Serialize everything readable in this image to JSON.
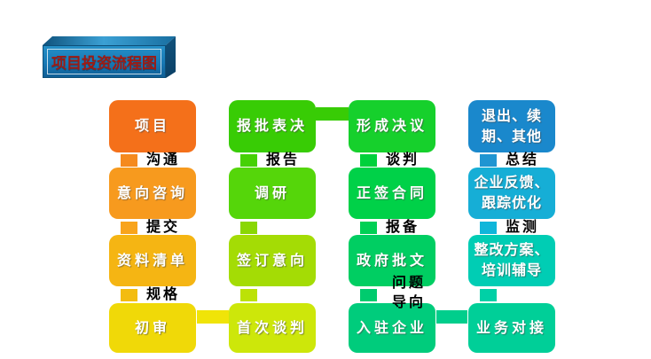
{
  "banner": {
    "title": "项目投资流程图",
    "face_color": "#1778b4",
    "text_color": "#9e1a12"
  },
  "flow": {
    "columns": [
      {
        "boxes": [
          {
            "label": "项目",
            "color": "#F4701A"
          },
          {
            "label": "意向咨询",
            "color": "#F79A1E"
          },
          {
            "label": "资料清单",
            "color": "#F5B513"
          },
          {
            "label": "初审",
            "color": "#F0D908"
          }
        ],
        "links": [
          {
            "label": "沟通",
            "color": "#F58A1E"
          },
          {
            "label": "提交",
            "color": "#F8A41C"
          },
          {
            "label": "规格",
            "color": "#F3BC10"
          }
        ]
      },
      {
        "boxes": [
          {
            "label": "报批表决",
            "color": "#38CC05"
          },
          {
            "label": "调研",
            "color": "#55D60A"
          },
          {
            "label": "签订意向",
            "color": "#A4DC05"
          },
          {
            "label": "首次谈判",
            "color": "#CDE70A"
          }
        ],
        "links": [
          {
            "label": "报告",
            "color": "#46D105"
          },
          {
            "label": "",
            "color": "#8AD703"
          },
          {
            "label": "",
            "color": "#BCE206"
          }
        ]
      },
      {
        "boxes": [
          {
            "label": "形成决议",
            "color": "#16D02C"
          },
          {
            "label": "正签合同",
            "color": "#00D148"
          },
          {
            "label": "政府批文",
            "color": "#00CE62"
          },
          {
            "label": "入驻企业",
            "color": "#00CC7C"
          }
        ],
        "links": [
          {
            "label": "谈判",
            "color": "#00D13B"
          },
          {
            "label": "报备",
            "color": "#00D055"
          },
          {
            "label": "问题导向",
            "color": "#00CB6E"
          }
        ]
      },
      {
        "boxes": [
          {
            "label": "退出、续期、其他",
            "color": "#1A88CC"
          },
          {
            "label": "企业反馈、跟踪优化",
            "color": "#16AED6"
          },
          {
            "label": "整改方案、培训辅导",
            "color": "#00CDB4"
          },
          {
            "label": "业务对接",
            "color": "#00CF98"
          }
        ],
        "links": [
          {
            "label": "总结",
            "color": "#1F95D2"
          },
          {
            "label": "监测",
            "color": "#0FB6DA"
          },
          {
            "label": "",
            "color": "#00D0A6"
          }
        ]
      }
    ],
    "bridges": [
      {
        "from": "报批表决",
        "to": "形成决议",
        "color": "#38CC05"
      },
      {
        "from": "初审",
        "to": "首次谈判",
        "color": "#F0E408"
      },
      {
        "from": "入驻企业",
        "to": "业务对接",
        "color": "#00CE8C"
      }
    ]
  }
}
